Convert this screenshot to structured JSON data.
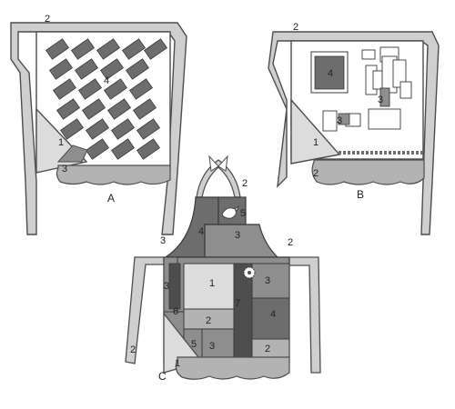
{
  "title": "",
  "colors": {
    "outline": "#4d4d4d",
    "band": "#cfcfcf",
    "dark": "#6d6d6d",
    "mid": "#8e8e8e",
    "light": "#b3b3b3",
    "pale": "#dcdcdc",
    "fabric": "#ffffff"
  },
  "aprons": [
    {
      "label": "A",
      "piece_labels": {
        "band": "2",
        "pocket_flap": "1",
        "ruffle": "3",
        "panel": "4"
      }
    },
    {
      "label": "B",
      "piece_labels": {
        "band": "2",
        "pocket_flap": "1",
        "ruffle": "2",
        "panel_large": "4",
        "panel_small": "3",
        "patch": "3"
      }
    },
    {
      "label": "C",
      "piece_labels": {
        "neck": "2",
        "pocket_patch": "5",
        "bib_left": "4",
        "bib_right": "3",
        "strap_left": "3",
        "strap_right": "2",
        "tie": "2",
        "skirt_strip": "3",
        "skirt_side": "6",
        "skirt_center": "1",
        "skirt_mid": "2",
        "skirt_bottom": "3",
        "skirt_vertical": "7",
        "skirt_right_top": "3",
        "skirt_right": "4",
        "skirt_bottom_right": "2",
        "skirt_bottom_left": "5",
        "pocket_flap": "1"
      }
    }
  ]
}
